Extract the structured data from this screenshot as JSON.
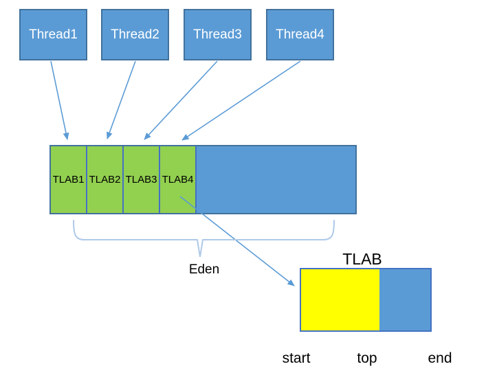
{
  "diagram": {
    "title_hint": "JVM TLAB allocation diagram",
    "threads": [
      {
        "label": "Thread1"
      },
      {
        "label": "Thread2"
      },
      {
        "label": "Thread3"
      },
      {
        "label": "Thread4"
      }
    ],
    "eden": {
      "tlabs": [
        {
          "label": "TLAB1"
        },
        {
          "label": "TLAB2"
        },
        {
          "label": "TLAB3"
        },
        {
          "label": "TLAB4"
        }
      ],
      "brace_label": "Eden"
    },
    "tlab_detail": {
      "title": "TLAB",
      "pointer_labels": [
        "start",
        "top",
        "end"
      ]
    },
    "colors": {
      "box_blue": "#5b9bd5",
      "box_border_blue": "#41719c",
      "tlab_green": "#92d050",
      "divider_blue": "#4472c4",
      "used_yellow": "#ffff00",
      "arrow_blue": "#5b9bd5",
      "brace_light_blue": "#aec9e9",
      "text_black": "#000000",
      "text_white": "#ffffff"
    }
  }
}
